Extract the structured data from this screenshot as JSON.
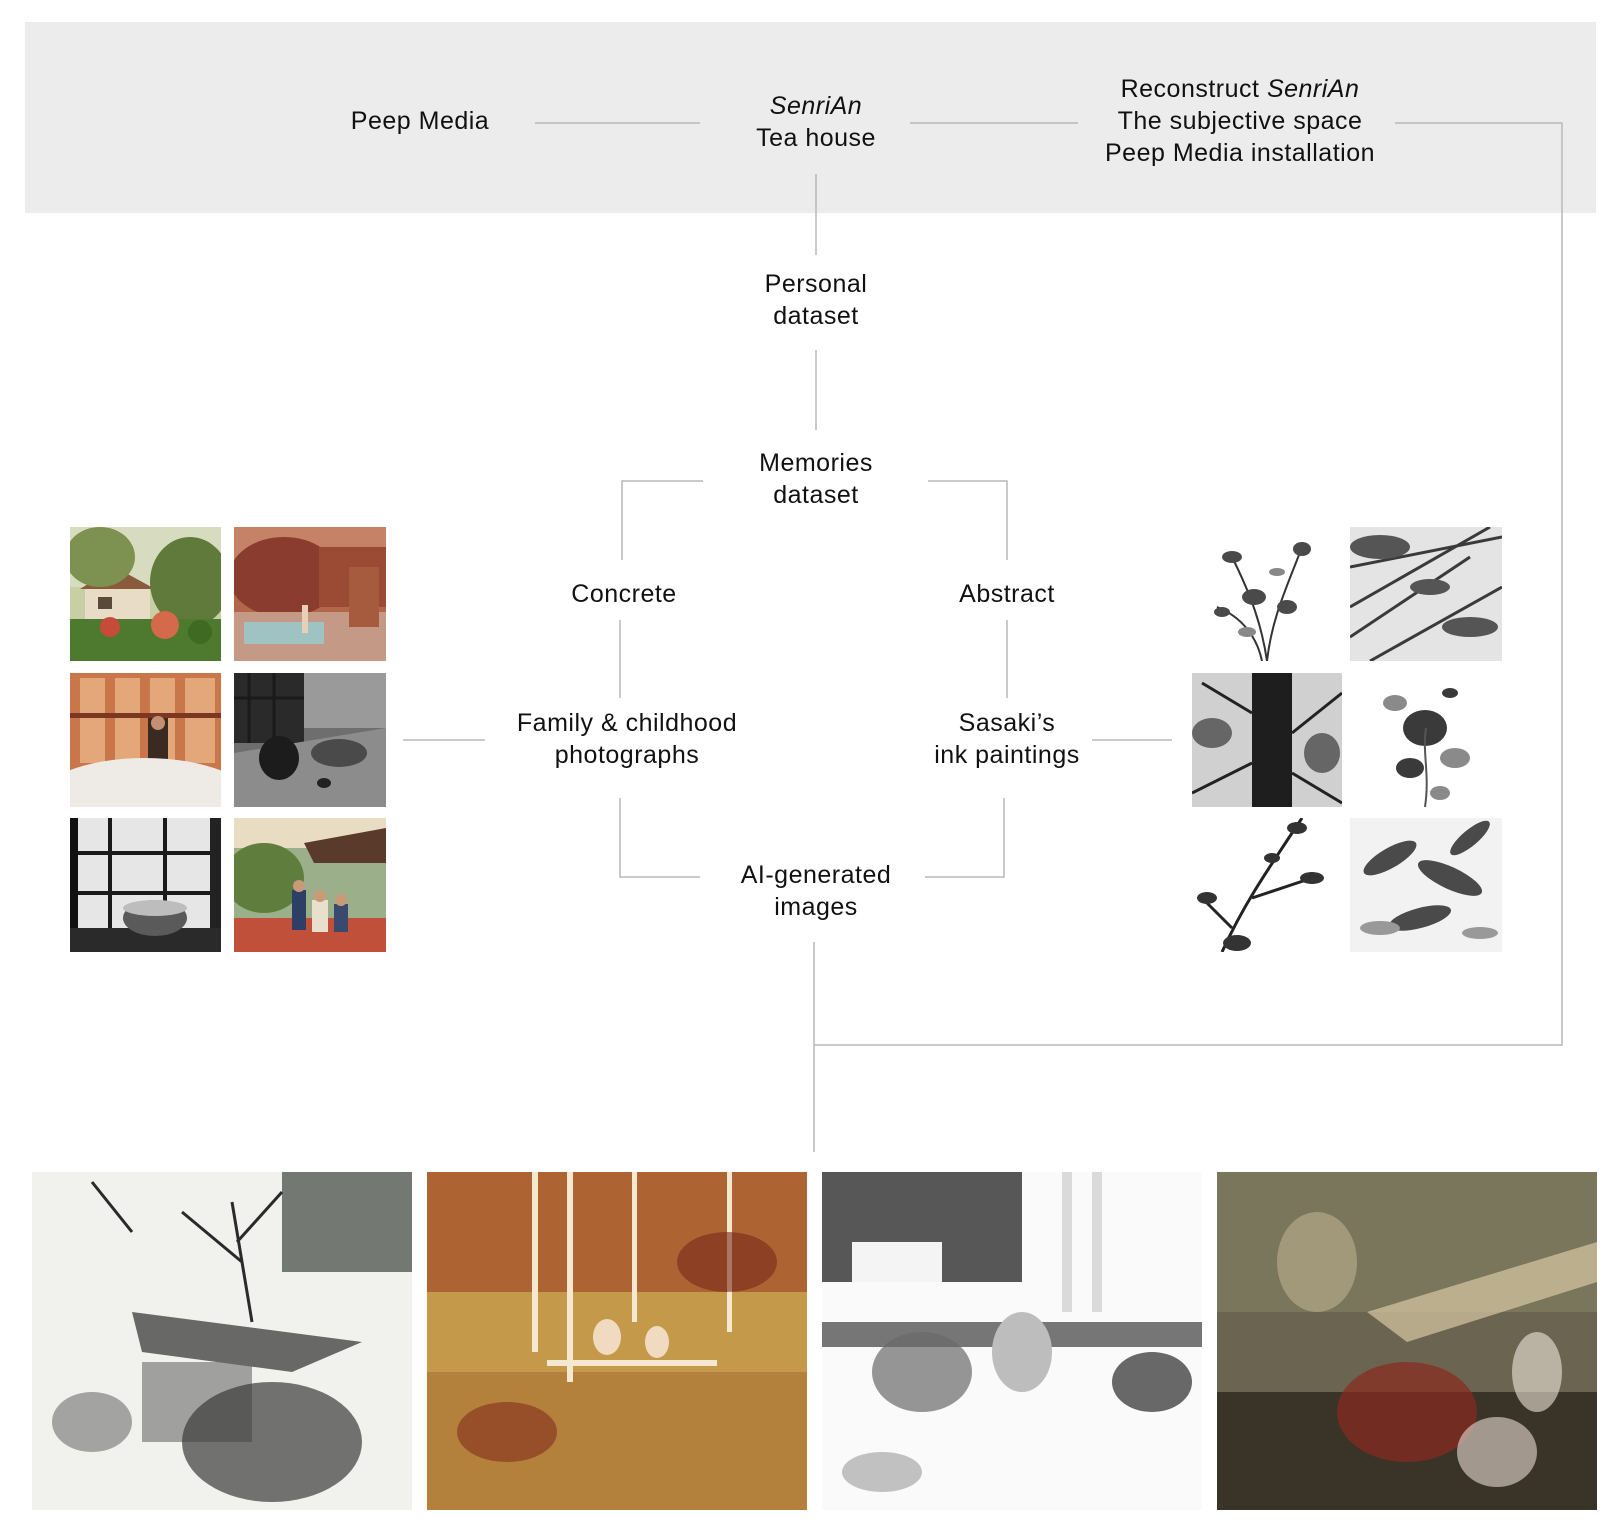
{
  "nodes": {
    "peep_media": "Peep Media",
    "senrian_title": "SenriAn",
    "senrian_sub": "Tea house",
    "reconstruct_pre": "Reconstruct ",
    "reconstruct_it": "SenriAn",
    "reconstruct_l2": "The subjective space",
    "reconstruct_l3": "Peep Media installation",
    "personal_l1": "Personal",
    "personal_l2": "dataset",
    "memories_l1": "Memories",
    "memories_l2": "dataset",
    "concrete": "Concrete",
    "abstract": "Abstract",
    "family_l1": "Family & childhood",
    "family_l2": "photographs",
    "sasaki_l1": "Sasaki’s",
    "sasaki_l2": "ink paintings",
    "ai_l1": "AI-generated",
    "ai_l2": "images"
  },
  "colors": {
    "band": "#ececec",
    "connector": "#b8b8b8",
    "text": "#111111"
  }
}
